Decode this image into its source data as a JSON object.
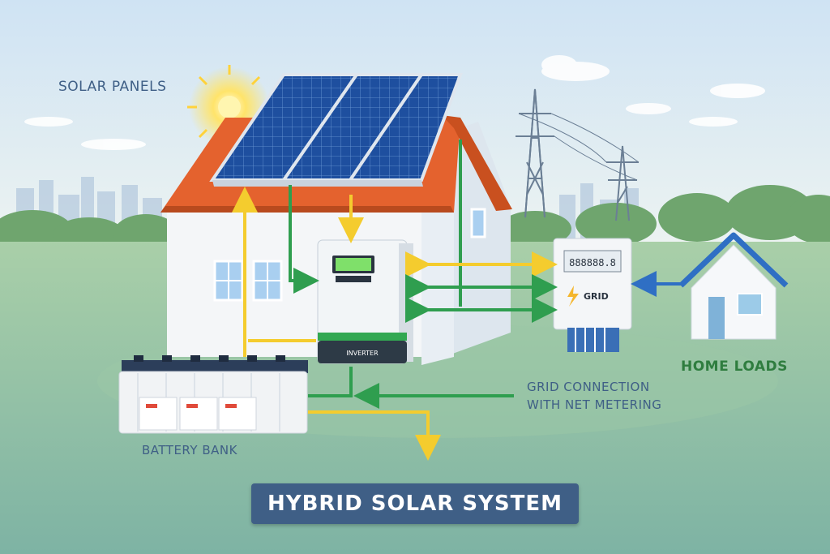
{
  "labels": {
    "solar_panels": "SOLAR PANELS",
    "home_loads": "HOME LOADS",
    "grid_connection_line1": "GRID CONNECTION",
    "grid_connection_line2": "WITH NET METERING",
    "battery_bank": "BATTERY BANK",
    "title": "HYBRID SOLAR SYSTEM"
  },
  "inverter": {
    "brand": "INVERTER"
  },
  "meter": {
    "display": "888888.8",
    "label": "GRID"
  },
  "colors": {
    "sky_top": "#cfe3f3",
    "ground": "#8fbf9a",
    "roof": "#e4622e",
    "panel": "#1f4f9a",
    "solar_flow": "#f4cc2e",
    "green_flow": "#2f9e4f",
    "blue_flow": "#2f6fc4",
    "title_bg": "#3f5f86",
    "label_blue": "#3f5f86",
    "label_green": "#2f7d3f"
  }
}
